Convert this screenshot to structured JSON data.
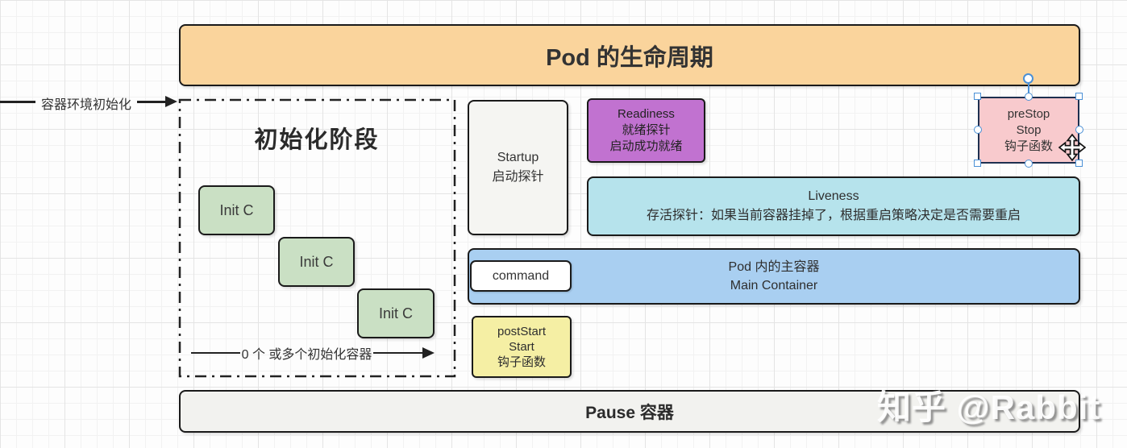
{
  "diagram": {
    "title": "Pod 的生命周期",
    "env_init_label": "容器环境初始化",
    "init_phase": {
      "title": "初始化阶段",
      "containers": [
        "Init C",
        "Init C",
        "Init C"
      ],
      "footer_label": "0 个 或多个初始化容器"
    },
    "startup": {
      "lines": [
        "Startup",
        "启动探针"
      ]
    },
    "readiness": {
      "lines": [
        "Readiness",
        "就绪探针",
        "启动成功就绪"
      ]
    },
    "prestop": {
      "lines": [
        "preStop",
        "Stop",
        "钩子函数"
      ]
    },
    "liveness": {
      "lines": [
        "Liveness",
        "存活探针：如果当前容器挂掉了，根据重启策略决定是否需要重启"
      ]
    },
    "main_container": {
      "command_label": "command",
      "lines": [
        "Pod 内的主容器",
        "Main Container"
      ]
    },
    "poststart": {
      "lines": [
        "postStart",
        "Start",
        "钩子函数"
      ]
    },
    "pause_label": "Pause 容器",
    "watermark": "知乎 @Rabbit"
  },
  "colors": {
    "title_bar": "#FAD49C",
    "init_container": "#CAE0C4",
    "startup": "#F5F5F2",
    "readiness": "#C172D0",
    "prestop": "#F8CACD",
    "prestop_border": "#1E3050",
    "liveness": "#B6E3EC",
    "main_container": "#A9CFF1",
    "command": "#FFFFFF",
    "poststart": "#F5EFA4",
    "pause": "#F2F2EF",
    "shape_border": "#1A1A1A",
    "selection": "#4A90D6"
  }
}
